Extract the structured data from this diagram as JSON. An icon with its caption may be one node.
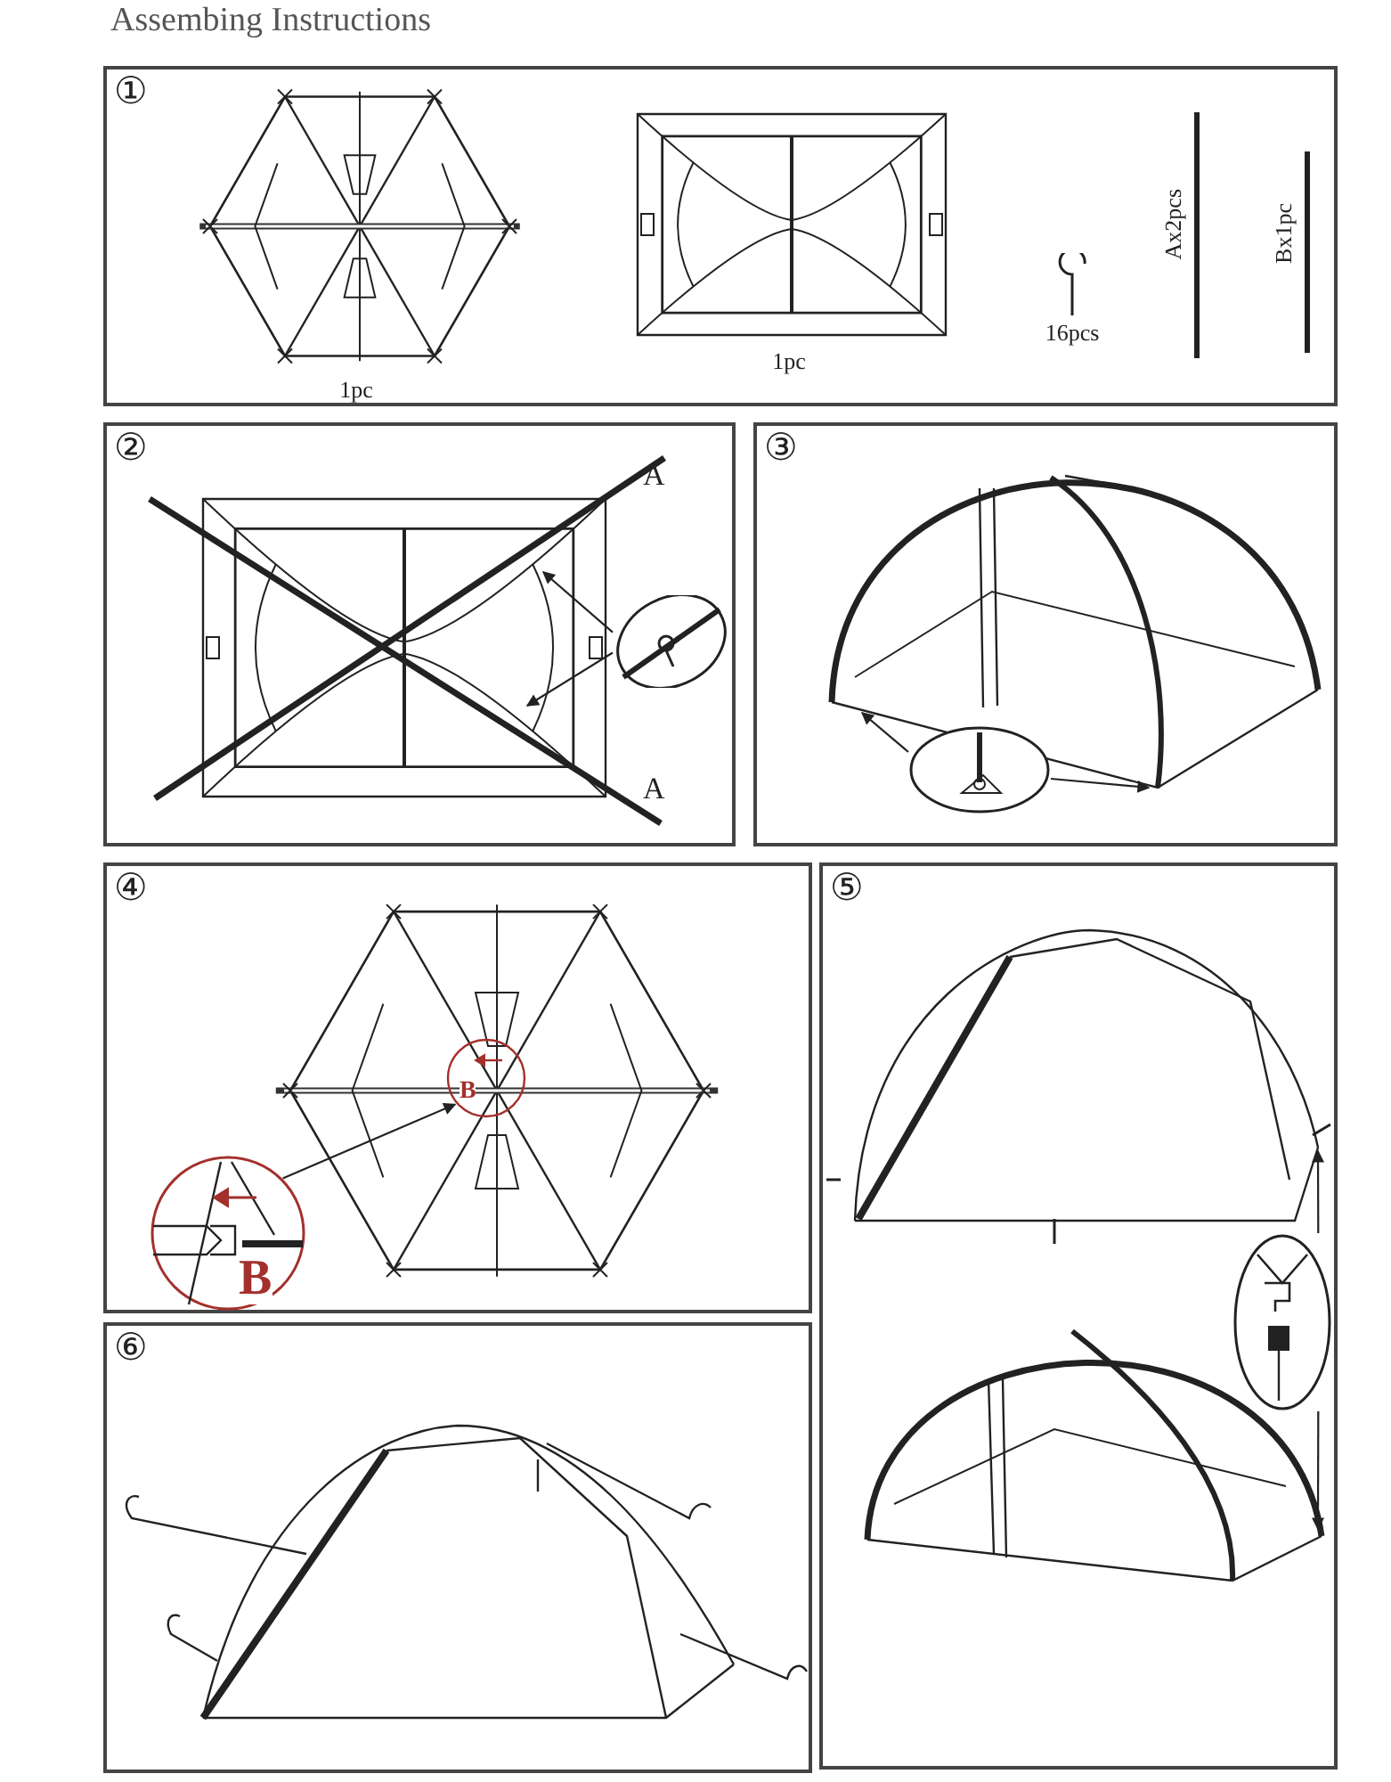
{
  "diagram": {
    "title": "Assembing Instructions",
    "nodes": [
      {
        "text": [
          "①"
        ]
      },
      {
        "text": [],
        "shape": "picture",
        "in": 0,
        "beside": [
          "1pc"
        ]
      },
      {
        "text": [],
        "shape": "picture",
        "in": 0,
        "beside": [
          "1pc"
        ]
      },
      {
        "text": [],
        "shape": "picture",
        "in": 0,
        "beside": [
          "16pcs"
        ]
      },
      {
        "text": [],
        "shape": "bar",
        "in": 0,
        "beside": [
          "Ax2pcs"
        ]
      },
      {
        "text": [],
        "shape": "bar",
        "in": 0,
        "beside": [
          "Bx1pc"
        ]
      },
      {
        "text": [
          "②"
        ]
      },
      {
        "text": [],
        "shape": "circle",
        "in": 6
      },
      {
        "text": [
          "③"
        ]
      },
      {
        "text": [],
        "shape": "circle",
        "in": 8
      },
      {
        "text": [
          "④"
        ]
      },
      {
        "text": [
          "B"
        ],
        "in": 10
      },
      {
        "text": [
          "B"
        ],
        "in": 10
      },
      {
        "text": [
          "⑤"
        ]
      },
      {
        "text": [],
        "shape": "circle",
        "in": 13
      },
      {
        "text": [
          "⑥"
        ]
      }
    ],
    "edges": [
      {
        "from": 7,
        "to": null,
        "arrow": "to"
      },
      {
        "from": 7,
        "to": null,
        "arrow": "to"
      },
      {
        "from": 9,
        "to": null,
        "arrow": "to"
      },
      {
        "from": 9,
        "to": null,
        "arrow": "to"
      },
      {
        "from": 12,
        "to": 11,
        "arrow": "to"
      },
      {
        "from": 14,
        "to": null,
        "arrow": "to"
      },
      {
        "from": 14,
        "to": null,
        "arrow": "to"
      }
    ],
    "labels": [
      "A",
      "A"
    ]
  }
}
